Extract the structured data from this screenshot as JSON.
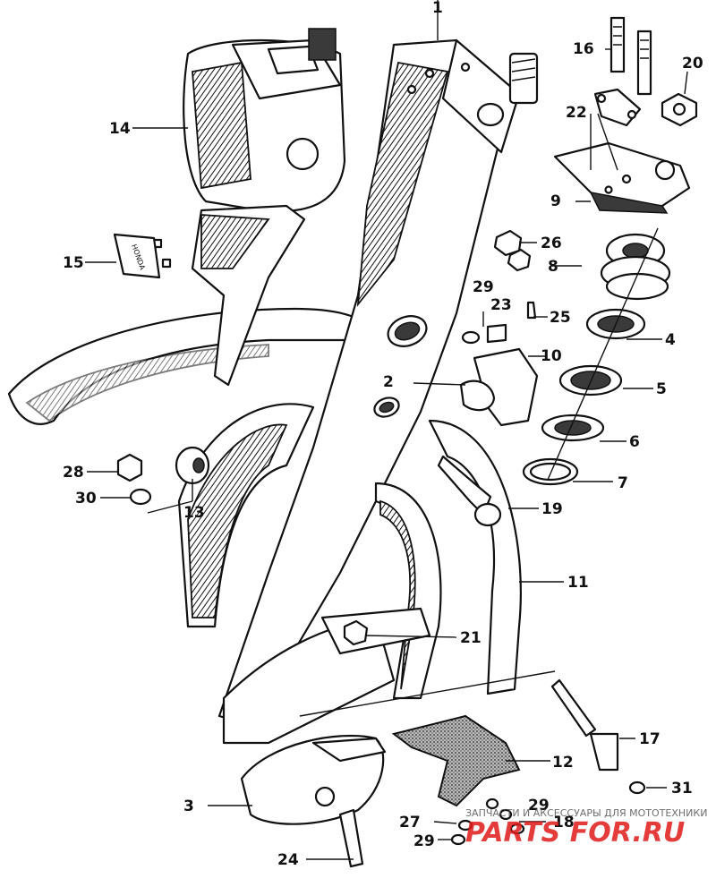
{
  "labels": {
    "l1": "1",
    "l2": "2",
    "l3": "3",
    "l4": "4",
    "l5": "5",
    "l6": "6",
    "l7": "7",
    "l8": "8",
    "l9": "9",
    "l10": "10",
    "l11": "11",
    "l12": "12",
    "l13": "13",
    "l14": "14",
    "l15": "15",
    "l16": "16",
    "l17": "17",
    "l18": "18",
    "l19": "19",
    "l20": "20",
    "l21": "21",
    "l22": "22",
    "l23": "23",
    "l24": "24",
    "l25": "25",
    "l26": "26",
    "l27": "27",
    "l28": "28",
    "l29a": "29",
    "l29b": "29",
    "l29c": "29",
    "l30": "30",
    "l31": "31"
  },
  "badge_text": "HONDA",
  "watermark": {
    "brand": "PARTS FOR.RU",
    "tagline": "ЗАПЧАСТИ И АКСЕССУАРЫ ДЛЯ МОТОТЕХНИКИ"
  },
  "colors": {
    "ink": "#111111",
    "watermark": "#e01a1a"
  }
}
